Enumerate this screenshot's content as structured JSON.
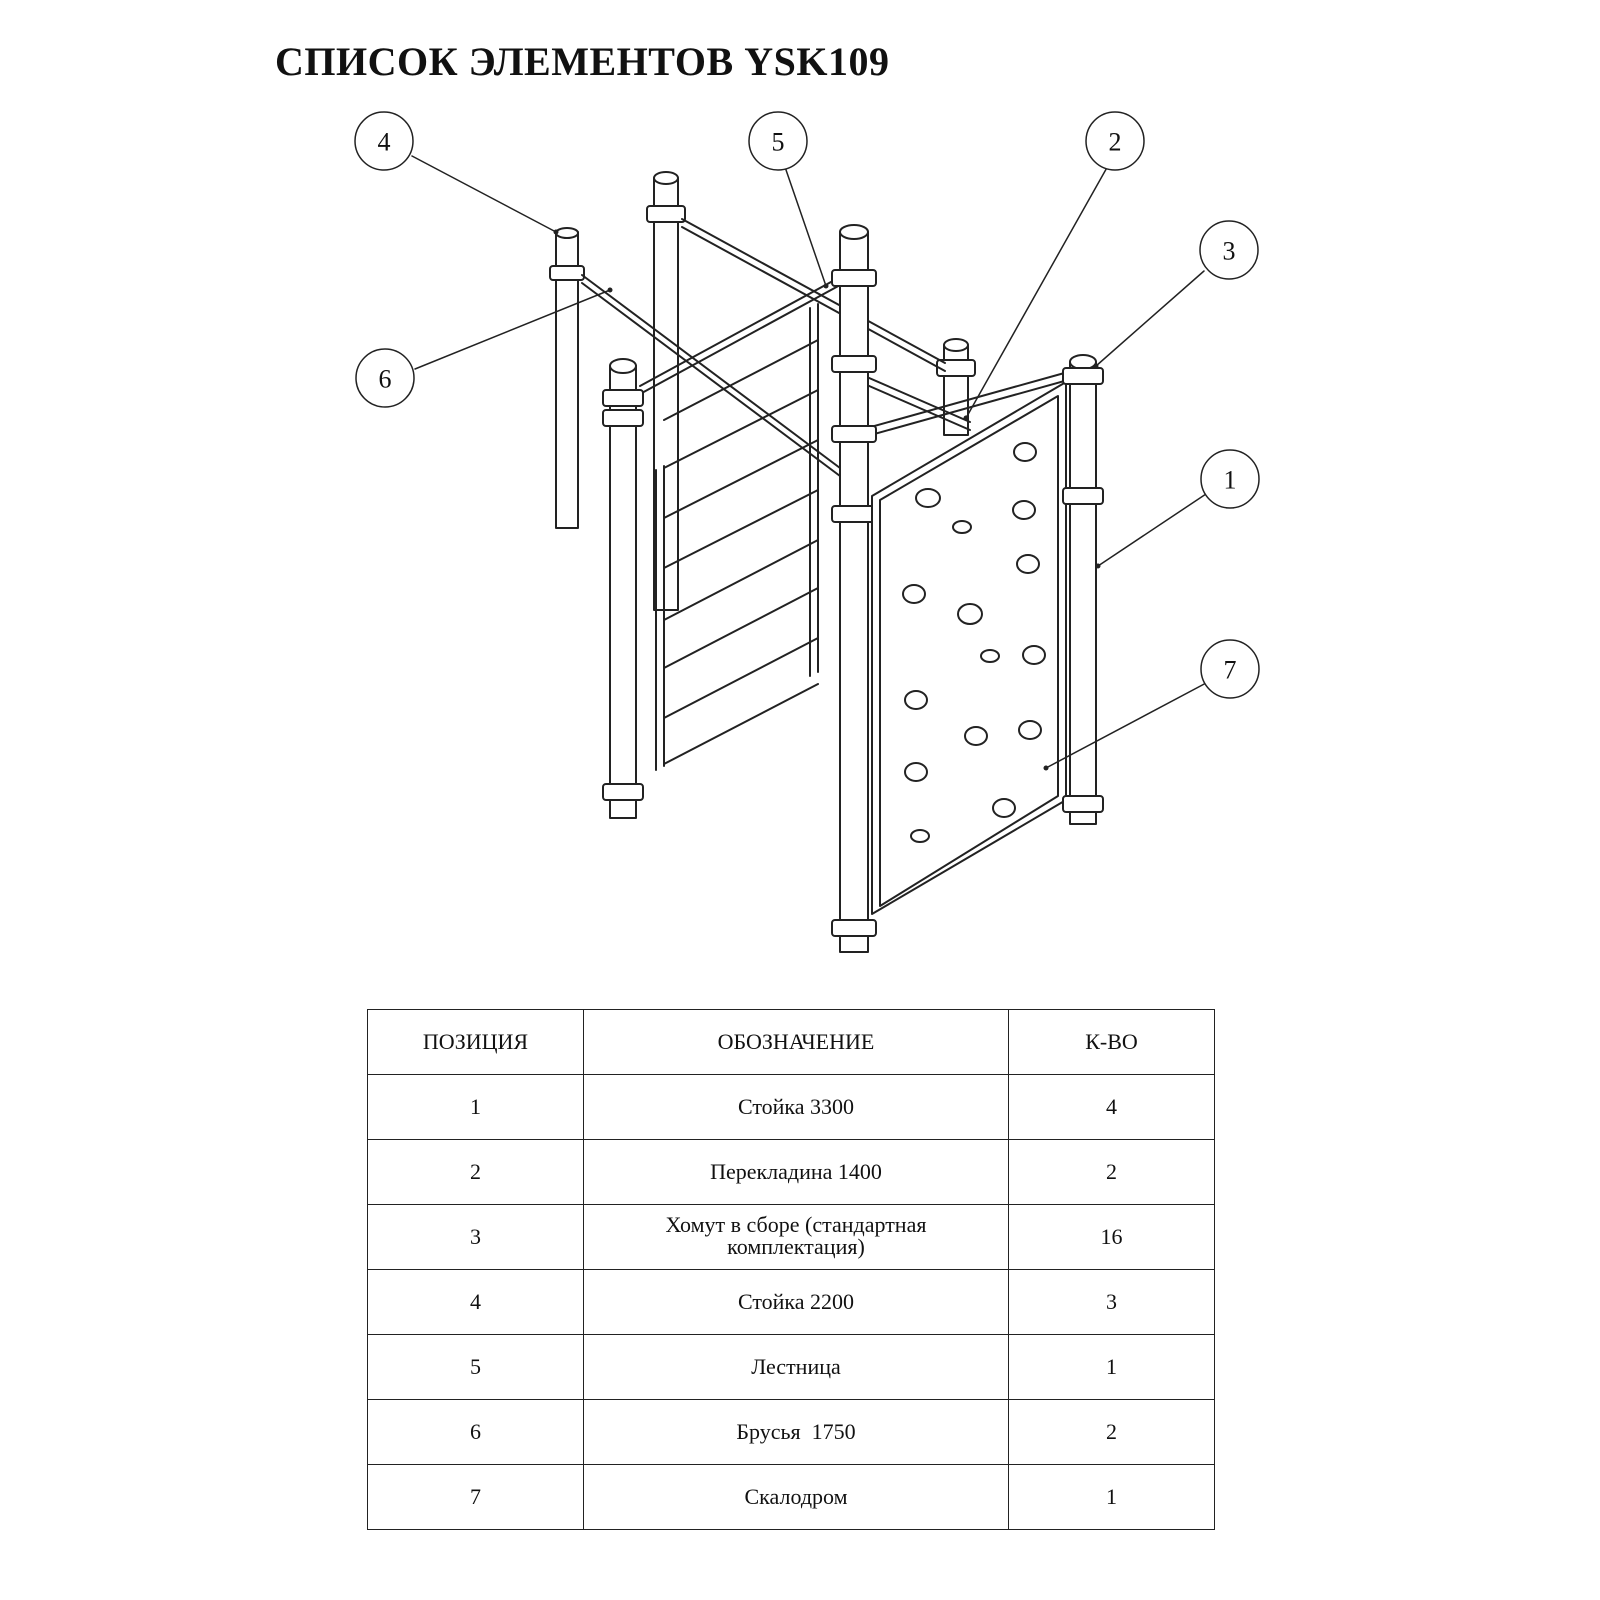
{
  "document": {
    "title": "СПИСОК ЭЛЕМЕНТОВ YSK109"
  },
  "drawing": {
    "callouts": [
      "4",
      "5",
      "2",
      "3",
      "6",
      "1",
      "7"
    ]
  },
  "table": {
    "headers": {
      "position": "ПОЗИЦИЯ",
      "designation": "ОБОЗНАЧЕНИЕ",
      "quantity": "К-ВО"
    },
    "rows": [
      {
        "position": "1",
        "designation": "Стойка 3300",
        "quantity": "4"
      },
      {
        "position": "2",
        "designation": "Перекладина 1400",
        "quantity": "2"
      },
      {
        "position": "3",
        "designation": "Хомут в сборе (стандартная комплектация)",
        "quantity": "16"
      },
      {
        "position": "4",
        "designation": "Стойка 2200",
        "quantity": "3"
      },
      {
        "position": "5",
        "designation": "Лестница",
        "quantity": "1"
      },
      {
        "position": "6",
        "designation": "Брусья  1750",
        "quantity": "2"
      },
      {
        "position": "7",
        "designation": "Скалодром",
        "quantity": "1"
      }
    ]
  }
}
